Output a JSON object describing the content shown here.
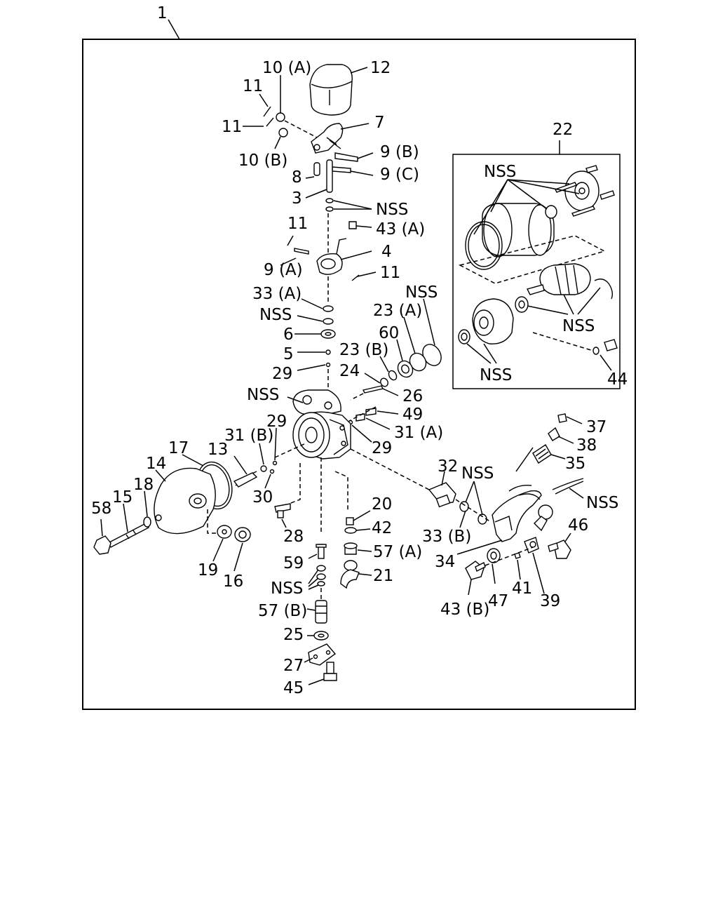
{
  "labels": {
    "l1": "1",
    "l12": "12",
    "l10a": "10 (A)",
    "l11a": "11",
    "l11b": "11",
    "l7": "7",
    "l10b": "10 (B)",
    "l9b": "9 (B)",
    "l8": "8",
    "l9c": "9 (C)",
    "l3": "3",
    "nss1": "NSS",
    "l43a": "43 (A)",
    "l11c": "11",
    "l4": "4",
    "l9a": "9 (A)",
    "l11d": "11",
    "l33a": "33 (A)",
    "nss2": "NSS",
    "l6": "6",
    "l5": "5",
    "l29a": "29",
    "nss3": "NSS",
    "l23a": "23 (A)",
    "l60": "60",
    "l23b": "23 (B)",
    "l24": "24",
    "nss4": "NSS",
    "l26": "26",
    "l49": "49",
    "l29b": "29",
    "l31a": "31 (A)",
    "l29c": "29",
    "l31b": "31 (B)",
    "l17": "17",
    "l13": "13",
    "l14": "14",
    "l18": "18",
    "l15": "15",
    "l58": "58",
    "l30": "30",
    "l28": "28",
    "l19": "19",
    "l16": "16",
    "l20": "20",
    "l42": "42",
    "l57a": "57 (A)",
    "l59": "59",
    "l21": "21",
    "nss5": "NSS",
    "l57b": "57 (B)",
    "l25": "25",
    "l27": "27",
    "l45": "45",
    "l32": "32",
    "nss6": "NSS",
    "l33b": "33 (B)",
    "l34": "34",
    "l37": "37",
    "l38": "38",
    "l35": "35",
    "nss7": "NSS",
    "l46": "46",
    "l43b": "43 (B)",
    "l47": "47",
    "l41": "41",
    "l39": "39",
    "l22": "22",
    "nss8": "NSS",
    "nss9": "NSS",
    "nss10": "NSS",
    "l44": "44"
  }
}
